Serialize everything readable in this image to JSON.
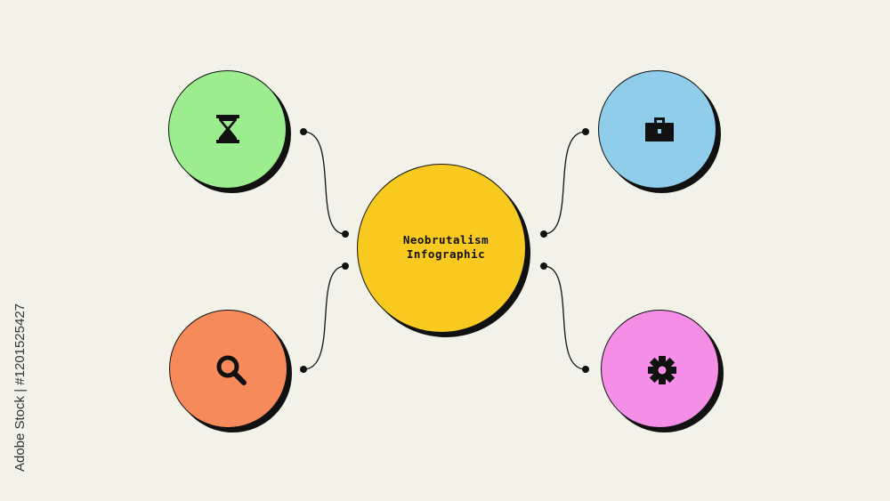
{
  "title": {
    "line1": "Neobrutalism",
    "line2": "Infographic"
  },
  "nodes": {
    "hourglass": {
      "icon": "hourglass-icon",
      "color": "#9bed8e"
    },
    "briefcase": {
      "icon": "briefcase-icon",
      "color": "#8fcdeb"
    },
    "search": {
      "icon": "search-icon",
      "color": "#f78a5a"
    },
    "gear": {
      "icon": "gear-icon",
      "color": "#f58ee6"
    }
  },
  "center_color": "#f8c91f",
  "stock_watermark": "Adobe Stock | #1201525427"
}
